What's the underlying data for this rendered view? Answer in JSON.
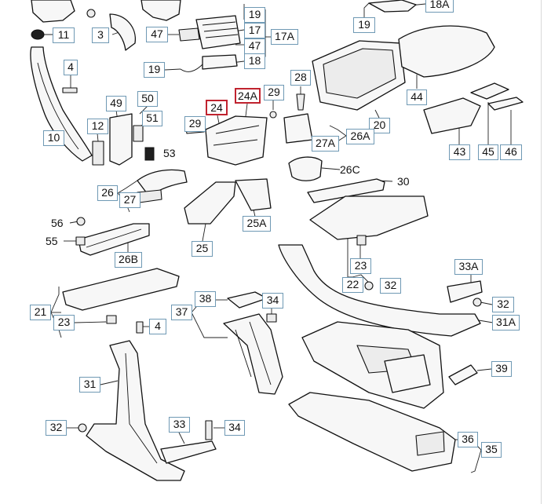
{
  "diagram": {
    "background": "#ffffff",
    "callout_border_color": "#6f99b4",
    "selected_border_color": "#c0232f",
    "callouts": [
      {
        "id": "c-18a",
        "text": "18A"
      },
      {
        "id": "c-19-top",
        "text": "19"
      },
      {
        "id": "c-19-tr",
        "text": "19"
      },
      {
        "id": "c-11",
        "text": "11"
      },
      {
        "id": "c-3",
        "text": "3"
      },
      {
        "id": "c-47-a",
        "text": "47"
      },
      {
        "id": "c-17",
        "text": "17"
      },
      {
        "id": "c-17a",
        "text": "17A"
      },
      {
        "id": "c-47-b",
        "text": "47"
      },
      {
        "id": "c-18",
        "text": "18"
      },
      {
        "id": "c-19-mid",
        "text": "19"
      },
      {
        "id": "c-4-top",
        "text": "4"
      },
      {
        "id": "c-28",
        "text": "28"
      },
      {
        "id": "c-24a",
        "text": "24A",
        "selected": true
      },
      {
        "id": "c-29-top",
        "text": "29"
      },
      {
        "id": "c-50",
        "text": "50"
      },
      {
        "id": "c-49",
        "text": "49"
      },
      {
        "id": "c-24",
        "text": "24",
        "selected": true
      },
      {
        "id": "c-44",
        "text": "44"
      },
      {
        "id": "c-51",
        "text": "51"
      },
      {
        "id": "c-12",
        "text": "12"
      },
      {
        "id": "c-29-mid",
        "text": "29"
      },
      {
        "id": "c-20",
        "text": "20"
      },
      {
        "id": "c-26a",
        "text": "26A"
      },
      {
        "id": "c-10",
        "text": "10"
      },
      {
        "id": "c-27a",
        "text": "27A"
      },
      {
        "id": "c-43",
        "text": "43"
      },
      {
        "id": "c-45",
        "text": "45"
      },
      {
        "id": "c-46",
        "text": "46"
      },
      {
        "id": "c-26",
        "text": "26"
      },
      {
        "id": "c-27",
        "text": "27"
      },
      {
        "id": "c-25a",
        "text": "25A"
      },
      {
        "id": "c-26b",
        "text": "26B"
      },
      {
        "id": "c-25",
        "text": "25"
      },
      {
        "id": "c-33a",
        "text": "33A"
      },
      {
        "id": "c-23-mid",
        "text": "23"
      },
      {
        "id": "c-22",
        "text": "22"
      },
      {
        "id": "c-32-mid",
        "text": "32"
      },
      {
        "id": "c-38",
        "text": "38"
      },
      {
        "id": "c-34-mid",
        "text": "34"
      },
      {
        "id": "c-32-right",
        "text": "32"
      },
      {
        "id": "c-21",
        "text": "21"
      },
      {
        "id": "c-37",
        "text": "37"
      },
      {
        "id": "c-31a",
        "text": "31A"
      },
      {
        "id": "c-23-left",
        "text": "23"
      },
      {
        "id": "c-4-bottom",
        "text": "4"
      },
      {
        "id": "c-39",
        "text": "39"
      },
      {
        "id": "c-31",
        "text": "31"
      },
      {
        "id": "c-33",
        "text": "33"
      },
      {
        "id": "c-34-bottom",
        "text": "34"
      },
      {
        "id": "c-32-left",
        "text": "32"
      },
      {
        "id": "c-36",
        "text": "36"
      },
      {
        "id": "c-35",
        "text": "35"
      }
    ],
    "plain_labels": [
      {
        "id": "p-53",
        "text": "53"
      },
      {
        "id": "p-26c",
        "text": "26C"
      },
      {
        "id": "p-30",
        "text": "30"
      },
      {
        "id": "p-56",
        "text": "56"
      },
      {
        "id": "p-55",
        "text": "55"
      }
    ]
  }
}
